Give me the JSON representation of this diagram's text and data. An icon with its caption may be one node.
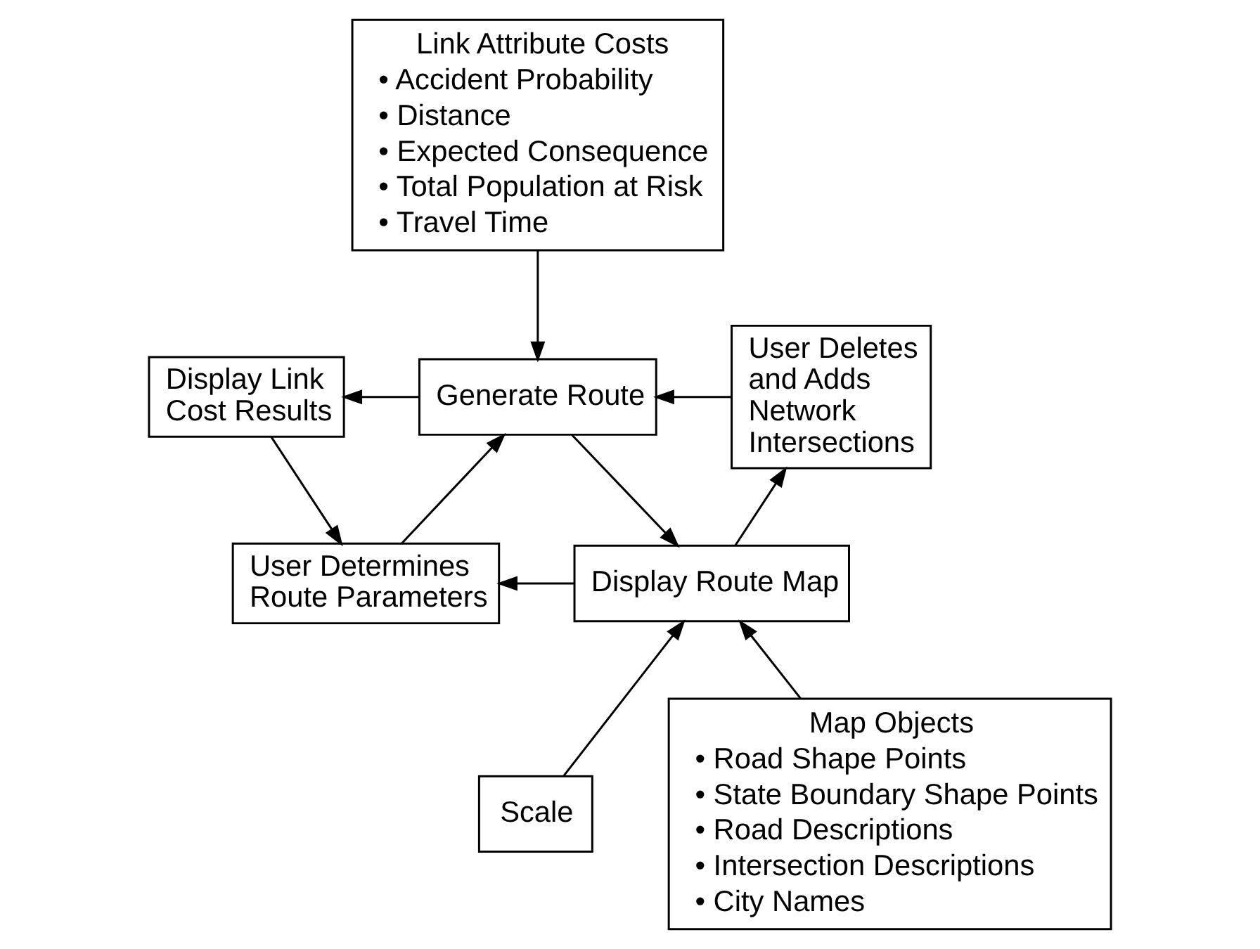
{
  "diagram": {
    "nodes": [
      {
        "text": [
          "Link Attribute Costs",
          "• Accident Probability",
          "• Distance",
          "• Expected Consequence",
          "• Total Population at Risk",
          "• Travel Time"
        ]
      },
      {
        "text": [
          "Display Link Cost Results"
        ]
      },
      {
        "text": [
          "Generate Route"
        ]
      },
      {
        "text": [
          "User Deletes and Adds Network Intersections"
        ]
      },
      {
        "text": [
          "User Determines Route Parameters"
        ]
      },
      {
        "text": [
          "Display Route Map"
        ]
      },
      {
        "text": [
          "Scale"
        ]
      },
      {
        "text": [
          "Map Objects",
          "• Road Shape Points",
          "• State Boundary Shape Points",
          "• Road Descriptions",
          "• Intersection Descriptions",
          "• City Names"
        ]
      }
    ],
    "edges": [
      {
        "from": 0,
        "to": 2,
        "arrow": "to"
      },
      {
        "from": 2,
        "to": 1,
        "arrow": "to"
      },
      {
        "from": 1,
        "to": 4,
        "arrow": "to"
      },
      {
        "from": 4,
        "to": 2,
        "arrow": "to"
      },
      {
        "from": 3,
        "to": 2,
        "arrow": "to"
      },
      {
        "from": 2,
        "to": 5,
        "arrow": "to"
      },
      {
        "from": 5,
        "to": 4,
        "arrow": "to"
      },
      {
        "from": 5,
        "to": 3,
        "arrow": "to"
      },
      {
        "from": 6,
        "to": 5,
        "arrow": "to"
      },
      {
        "from": 7,
        "to": 5,
        "arrow": "to"
      }
    ]
  }
}
